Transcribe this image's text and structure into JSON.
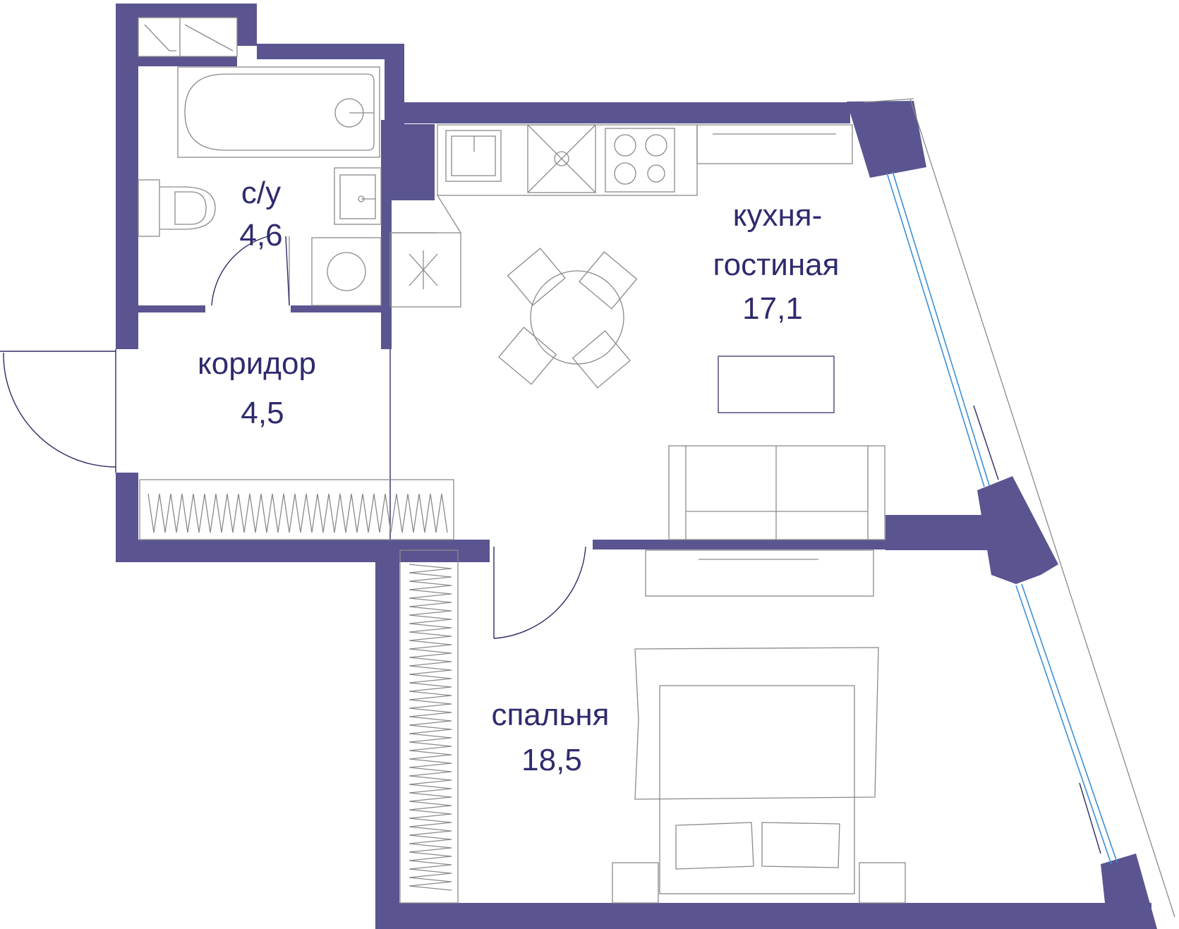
{
  "colors": {
    "wall": "#5a5590",
    "text": "#2f2b6e",
    "window": "#3d8fd6",
    "fixture": "#8a8a8a"
  },
  "rooms": {
    "bathroom": {
      "name": "с/у",
      "area": "4,6"
    },
    "corridor": {
      "name": "коридор",
      "area": "4,5"
    },
    "kitchen_living": {
      "name_line1": "кухня-",
      "name_line2": "гостиная",
      "area": "17,1"
    },
    "bedroom": {
      "name": "спальня",
      "area": "18,5"
    }
  },
  "icons": [
    "toilet-icon",
    "sink-icon",
    "bathtub-icon",
    "washing-machine-icon",
    "stove-icon",
    "kitchen-sink-icon",
    "dining-table-icon",
    "sofa-icon",
    "tv-icon",
    "bed-icon",
    "wardrobe-icon",
    "entrance-door-icon"
  ]
}
